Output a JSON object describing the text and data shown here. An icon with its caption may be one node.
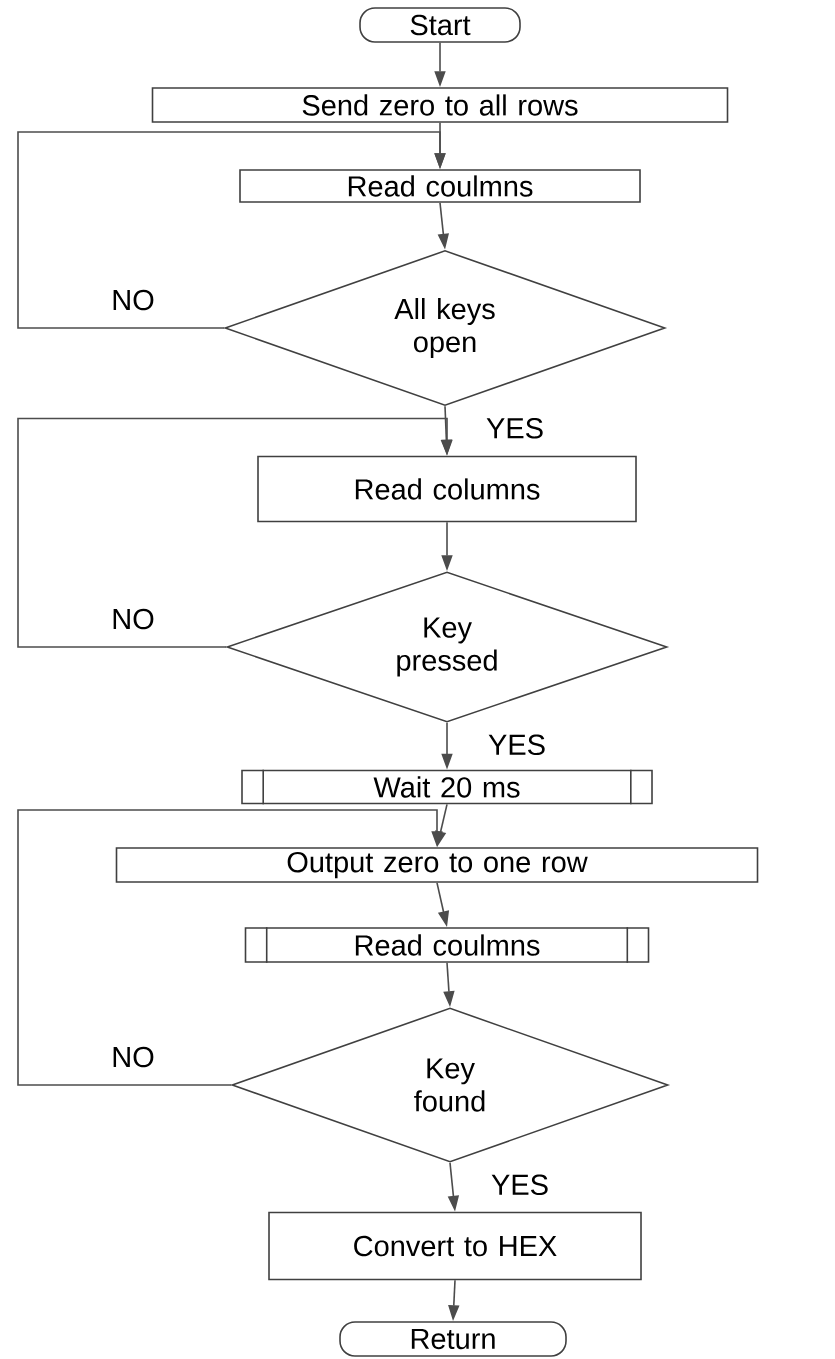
{
  "diagram": {
    "nodes": [
      {
        "text": [
          "Start"
        ]
      },
      {
        "text": [
          "Send zero to all rows"
        ]
      },
      {
        "text": [
          "Read coulmns"
        ]
      },
      {
        "text": [
          "All keys open"
        ]
      },
      {
        "text": [
          "Read columns"
        ]
      },
      {
        "text": [
          "Key pressed"
        ]
      },
      {
        "text": [
          "Wait 20 ms"
        ]
      },
      {
        "text": [
          "Output zero to one row"
        ]
      },
      {
        "text": [
          "Read coulmns"
        ]
      },
      {
        "text": [
          "Key found"
        ]
      },
      {
        "text": [
          "Convert to HEX"
        ]
      },
      {
        "text": [
          "Return"
        ]
      }
    ],
    "edges": [
      {
        "from": 0,
        "to": 1,
        "arrow": "to"
      },
      {
        "from": 1,
        "to": 2,
        "arrow": "to"
      },
      {
        "from": 2,
        "to": 3,
        "arrow": "to"
      },
      {
        "from": 3,
        "to": 4,
        "arrow": "to",
        "label": "YES"
      },
      {
        "from": 3,
        "to": 2,
        "arrow": "to",
        "label": "NO"
      },
      {
        "from": 4,
        "to": 5,
        "arrow": "to"
      },
      {
        "from": 5,
        "to": 6,
        "arrow": "to",
        "label": "YES"
      },
      {
        "from": 5,
        "to": 4,
        "arrow": "to",
        "label": "NO"
      },
      {
        "from": 6,
        "to": 7,
        "arrow": "to"
      },
      {
        "from": 7,
        "to": 8,
        "arrow": "to"
      },
      {
        "from": 8,
        "to": 9,
        "arrow": "to"
      },
      {
        "from": 9,
        "to": 10,
        "arrow": "to",
        "label": "YES"
      },
      {
        "from": 9,
        "to": 7,
        "arrow": "to",
        "label": "NO"
      },
      {
        "from": 10,
        "to": 11,
        "arrow": "to"
      }
    ]
  }
}
